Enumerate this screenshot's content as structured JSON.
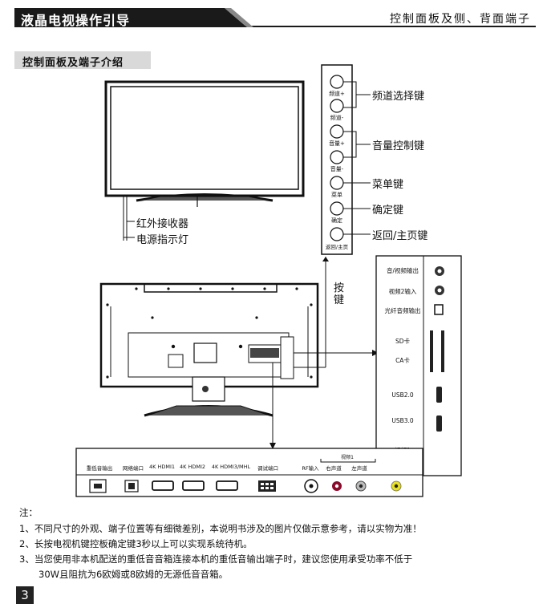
{
  "header": {
    "title_left": "液晶电视操作引导",
    "title_right": "控制面板及侧、背面端子"
  },
  "section": {
    "title": "控制面板及端子介绍"
  },
  "front_labels": {
    "ir_receiver": "红外接收器",
    "power_indicator": "电源指示灯"
  },
  "key_panel": {
    "keys": [
      {
        "label": "频道+"
      },
      {
        "label": "频道-"
      },
      {
        "label": "音量+"
      },
      {
        "label": "音量-"
      },
      {
        "label": "菜单"
      },
      {
        "label": "确定"
      },
      {
        "label": "返回/主页"
      }
    ],
    "callouts": {
      "channel": "频道选择键",
      "volume": "音量控制键",
      "menu": "菜单键",
      "ok": "确定键",
      "back": "返回/主页键"
    },
    "key_vertical_label": [
      "按",
      "键"
    ]
  },
  "side_panel": {
    "items": [
      {
        "label": "音/视频输出"
      },
      {
        "label": "视频2输入"
      },
      {
        "label": "光纤音频输出"
      },
      {
        "label": "SD卡"
      },
      {
        "label": "CA卡"
      },
      {
        "label": "USB2.0"
      },
      {
        "label": "USB3.0"
      }
    ],
    "video1": {
      "line1": "视频1",
      "line2": "视频"
    }
  },
  "bottom_panel": {
    "ports": [
      {
        "label": "重低音输出"
      },
      {
        "label": "网络端口"
      },
      {
        "label": "4K HDMI1"
      },
      {
        "label": "4K HDMI2"
      },
      {
        "label": "4K HDMI3/MHL"
      },
      {
        "label": "调试端口"
      },
      {
        "label": "RF输入"
      },
      {
        "label": "右声道"
      },
      {
        "label": "左声道"
      }
    ],
    "video_bracket": "视频1"
  },
  "notes": {
    "heading": "注：",
    "items": [
      "1、不同尺寸的外观、端子位置等有细微差别，本说明书涉及的图片仅做示意参考，请以实物为准！",
      "2、长按电视机键控板确定键3秒以上可以实现系统待机。",
      "3、当您使用非本机配送的重低音音箱连接本机的重低音输出端子时，建议您使用承受功率不低于",
      "30W且阻抗为6欧姆或8欧姆的无源低音音箱。"
    ]
  },
  "page_number": "3"
}
